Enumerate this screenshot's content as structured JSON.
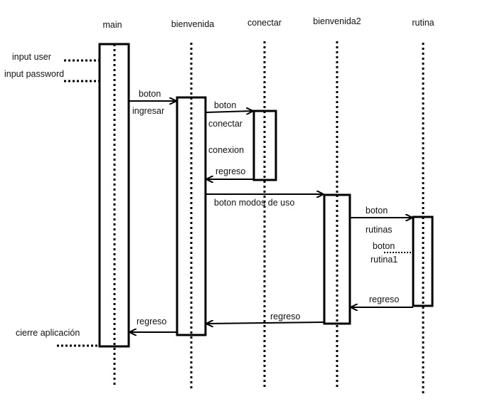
{
  "participants": {
    "main": "main",
    "bienvenida": "bienvenida",
    "conectar": "conectar",
    "bienvenida2": "bienvenida2",
    "rutina": "rutina"
  },
  "inputs": {
    "user": "input user",
    "password": "input password"
  },
  "messages": {
    "main_to_bienvenida_1": "boton",
    "main_to_bienvenida_2": "ingresar",
    "bienvenida_to_conectar_1": "boton",
    "bienvenida_to_conectar_2": "conectar",
    "conectar_note": "conexion",
    "conectar_return": "regreso",
    "bienvenida_to_bienvenida2": "boton modos de uso",
    "bienvenida2_to_rutina_1": "boton",
    "bienvenida2_to_rutina_2": "rutinas",
    "rutina1_1": "boton",
    "rutina1_2": "rutina1",
    "rutina_return": "regreso",
    "bienvenida2_return": "regreso",
    "bienvenida_return": "regreso"
  },
  "exit": {
    "label": "cierre aplicación"
  }
}
